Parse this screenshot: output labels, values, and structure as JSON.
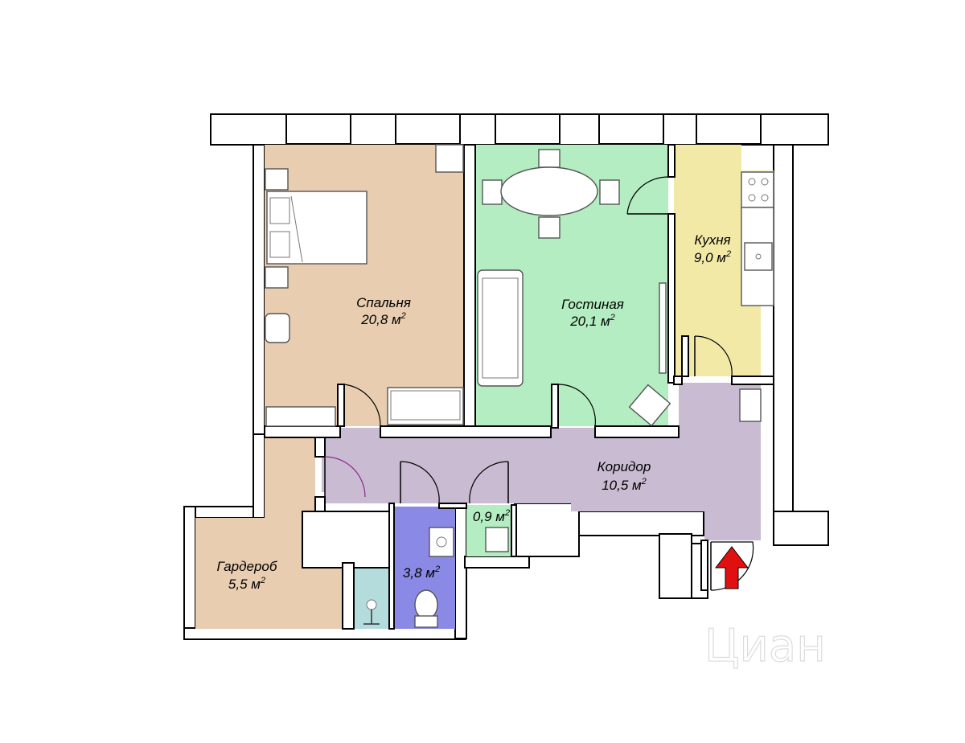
{
  "rooms": {
    "bedroom": {
      "name": "Спальня",
      "area": "20,8 м",
      "color": "#e8cdb0"
    },
    "living": {
      "name": "Гостиная",
      "area": "20,1 м",
      "color": "#b3edc1"
    },
    "kitchen": {
      "name": "Кухня",
      "area": "9,0 м",
      "color": "#f2e9a6"
    },
    "corridor": {
      "name": "Коридор",
      "area": "10,5 м",
      "color": "#c8bbd2"
    },
    "wardrobe": {
      "name": "Гардероб",
      "area": "5,5 м",
      "color": "#e8cdb0"
    },
    "toilet": {
      "name": "",
      "area": "0,9 м",
      "color": "#b3edc1"
    },
    "bathroom": {
      "name": "",
      "area": "3,8 м",
      "color": "#8b89e6"
    },
    "storage": {
      "color": "#b4dcdc"
    }
  },
  "area_unit_superscript": "2",
  "entrance_arrow_color": "#e01010",
  "watermark": "Циан"
}
